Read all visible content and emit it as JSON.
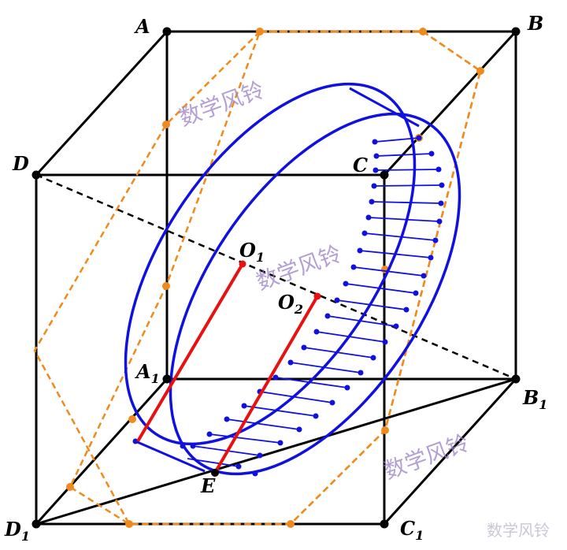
{
  "diagram": {
    "vertex_labels": {
      "A": "A",
      "B": "B",
      "C": "C",
      "D": "D",
      "A1": "A",
      "B1": "B",
      "C1": "C",
      "D1": "D",
      "sub1": "1"
    },
    "centers": {
      "O1": "O",
      "O2": "O",
      "sub1": "1",
      "sub2": "2"
    },
    "point_E": "E",
    "watermark_text": "数学风铃",
    "colors": {
      "cube_edges": "#000000",
      "hidden_diagonal": "#000000",
      "cylinder": "#1010e0",
      "hexagon": "#f08a1c",
      "radii": "#e81010",
      "watermark": "#9b7fc8"
    }
  }
}
